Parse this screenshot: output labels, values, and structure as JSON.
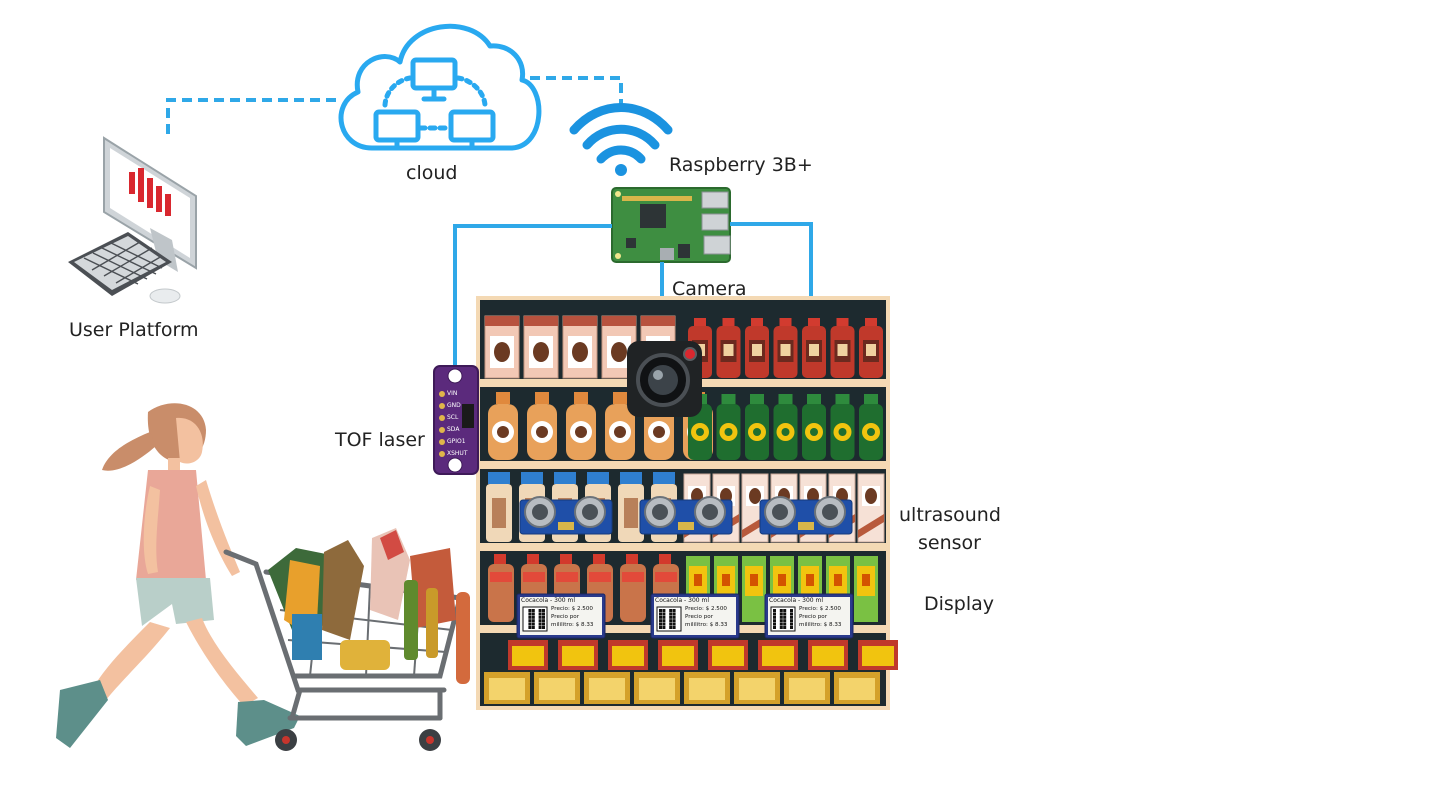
{
  "labels": {
    "cloud": "cloud",
    "raspberry": "Raspberry 3B+",
    "camera": "Camera",
    "user_platform": "User Platform",
    "tof": "TOF laser",
    "ultrasound_1": "ultrasound",
    "ultrasound_2": "sensor",
    "display": "Display"
  },
  "tof_pins": [
    "VIN",
    "GND",
    "SCL",
    "SDA",
    "GPIO1",
    "XSHUT"
  ],
  "displays": [
    {
      "title": "Cocacola - 300 ml",
      "line1": "Precio: $ 2.500",
      "line2": "Precio por",
      "line3": "mililitro: $ 8.33"
    },
    {
      "title": "Cocacola - 300 ml",
      "line1": "Precio: $ 2.500",
      "line2": "Precio por",
      "line3": "mililitro: $ 8.33"
    },
    {
      "title": "Cocacola - 300 ml",
      "line1": "Precio: $ 2.500",
      "line2": "Precio por",
      "line3": "mililitro: $ 8.33"
    }
  ],
  "colors": {
    "wire": "#2fa8e8",
    "cloud": "#29a9f0",
    "shelf": "#1d2a2f",
    "shelf_frame": "#f4d9b4",
    "coffee_box": "#f2c8b5",
    "bottle_red": "#c0392b",
    "bottle_orange": "#e0893d",
    "bottle_green": "#2e8b3d",
    "can_yellow": "#f1c40f",
    "pcb_green": "#3e8e41",
    "tof_purple": "#5b2a7c",
    "us_blue": "#1f4fa8"
  }
}
